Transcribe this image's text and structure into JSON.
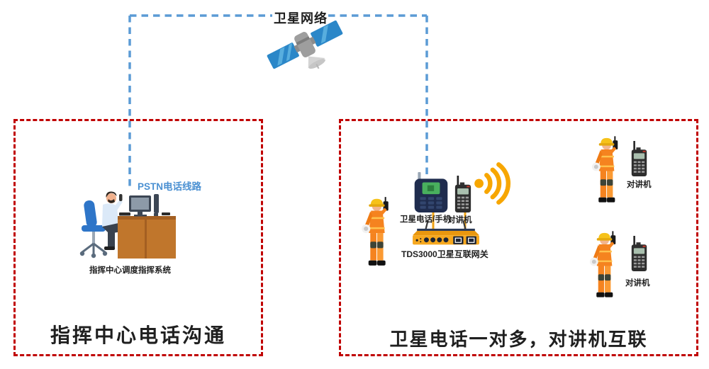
{
  "satellite": {
    "label": "卫星网络"
  },
  "left_box": {
    "pstn_label": "PSTN电话线路",
    "system_label": "指挥中心调度指挥系统",
    "title": "指挥中心电话沟通"
  },
  "right_box": {
    "phone_label": "卫星电话/手机",
    "radio_label": "对讲机",
    "gateway_label": "TDS3000卫星互联网关",
    "title": "卫星电话一对多，对讲机互联"
  },
  "colors": {
    "zone_border": "#c00000",
    "satellite_link_line": "#5b9bd5",
    "pstn_text": "#4a90d2",
    "device_link_line": "#f0a315",
    "wifi_signal": "#f7a600"
  }
}
